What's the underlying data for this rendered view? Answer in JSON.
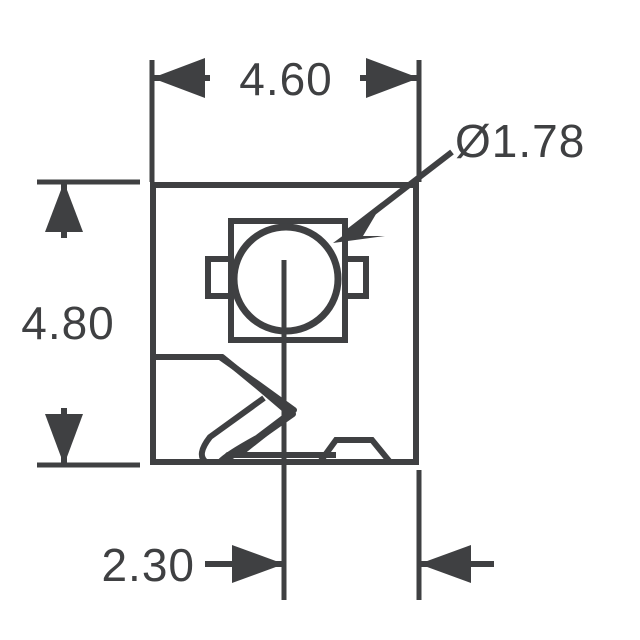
{
  "drawing": {
    "type": "mechanical-dimension-drawing",
    "description": "Top view outline of a battery holder / coin-cell retainer with dimension callouts",
    "units": "mm",
    "line_color": "#3f4042",
    "background_color": "#ffffff",
    "line_width": 6,
    "dimensions": {
      "width_top": {
        "label": "4.60",
        "name": "overall-width",
        "value": 4.6,
        "orientation": "horizontal",
        "position": "top"
      },
      "height_left": {
        "label": "4.80",
        "name": "overall-height",
        "value": 4.8,
        "orientation": "vertical",
        "position": "left"
      },
      "offset_bottom": {
        "label": "2.30",
        "name": "center-offset",
        "value": 2.3,
        "orientation": "horizontal",
        "position": "bottom"
      },
      "hole_diameter": {
        "label": "Ø1.78",
        "name": "hole-diameter",
        "value": 1.78,
        "symbol": "Ø",
        "orientation": "leader",
        "position": "top-right"
      }
    },
    "features": {
      "body_outline": "square-body",
      "contact_window": "square-window-with-side-tabs",
      "circle": "coin-cell-circle",
      "spring": "z-shaped-spring-contact",
      "notch": "bottom-trapezoid-notch",
      "centerline": "vertical-centerline"
    }
  }
}
